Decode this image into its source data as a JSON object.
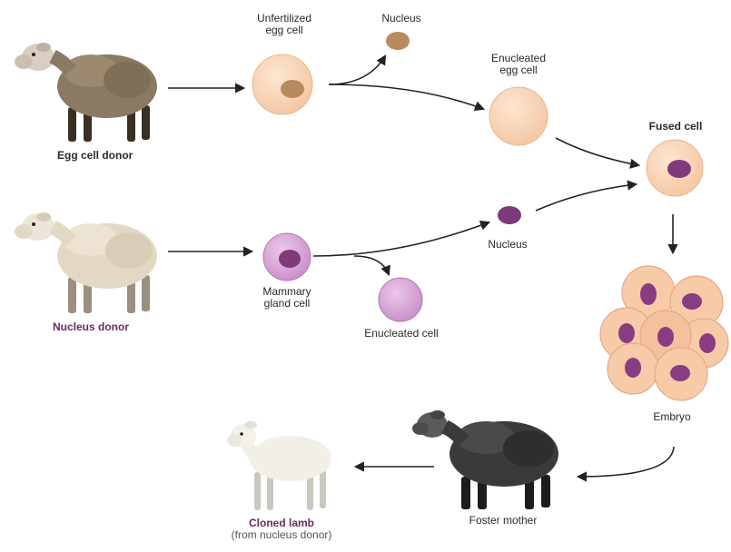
{
  "labels": {
    "egg_donor": "Egg cell donor",
    "unfertilized_egg_line1": "Unfertilized",
    "unfertilized_egg_line2": "egg cell",
    "nucleus_top": "Nucleus",
    "enucleated_egg_line1": "Enucleated",
    "enucleated_egg_line2": "egg cell",
    "fused_cell": "Fused cell",
    "nucleus_donor": "Nucleus donor",
    "mammary_line1": "Mammary",
    "mammary_line2": "gland cell",
    "nucleus_middle": "Nucleus",
    "enucleated_cell": "Enucleated cell",
    "embryo": "Embryo",
    "foster_mother": "Foster mother",
    "cloned_lamb": "Cloned lamb",
    "cloned_lamb_note": "(from nucleus donor)"
  },
  "colors": {
    "egg_cytoplasm": "#f8d5b8",
    "egg_nucleus": "#b98a5e",
    "mammary_cytoplasm": "#d8a6d6",
    "mammary_nucleus": "#7e3a7a",
    "embryo_cell": "#f7caa8",
    "embryo_nucleus": "#8a3c83",
    "arrow": "#222222"
  }
}
